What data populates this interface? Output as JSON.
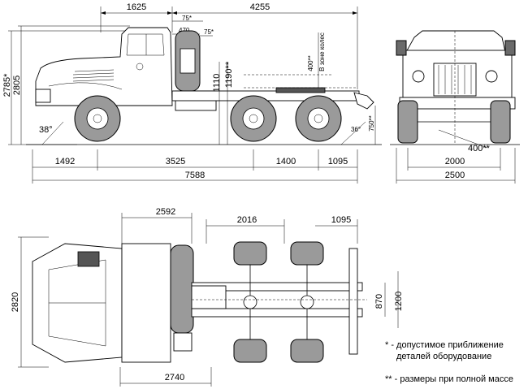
{
  "side_view": {
    "top_dims": {
      "front_overhang_cab": "1625",
      "rear_section": "4255"
    },
    "small_dims": {
      "angle_top": "75*",
      "width_470": "470",
      "angle_mid": "75*"
    },
    "left_heights": {
      "overall_h_star": "2785*",
      "overall_h": "2805"
    },
    "middle_heights": {
      "fifth_wheel_h": "1110",
      "fifth_wheel_h_loaded": "1190**"
    },
    "wheel_zone": {
      "clearance": "400**",
      "label": "В зоне колес"
    },
    "angles": {
      "approach": "38°",
      "departure": "36°",
      "rear_h": "750**"
    },
    "bottom_dims": {
      "front_overhang": "1492",
      "wheelbase": "3525",
      "bogie": "1400",
      "rear_overhang": "1095",
      "overall_length": "7588"
    }
  },
  "front_view": {
    "clearance": "400**",
    "track": "2000",
    "overall_width": "2500"
  },
  "top_view": {
    "dims": {
      "to_fifth_wheel": "2592",
      "bogie": "2016",
      "rear": "1095",
      "front_track": "2740"
    },
    "widths": {
      "overall_w": "2820",
      "frame_w": "870",
      "rear_w": "1200"
    }
  },
  "notes": {
    "note1_line1": "* - допустимое приближение",
    "note1_line2": "деталей  оборудование",
    "note2": "** - размеры при полной массе"
  }
}
